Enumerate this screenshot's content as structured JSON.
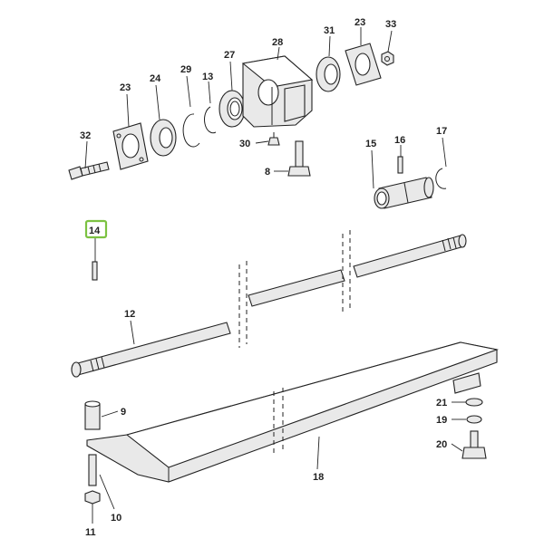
{
  "diagram": {
    "colors": {
      "highlight": "#7cc242",
      "stroke": "#222222",
      "part_fill": "#e9e9e9"
    },
    "highlighted_callout": "14",
    "callouts": {
      "c23a": "23",
      "c24": "24",
      "c29": "29",
      "c13": "13",
      "c27": "27",
      "c28": "28",
      "c31": "31",
      "c23b": "23",
      "c33": "33",
      "c32": "32",
      "c30": "30",
      "c8": "8",
      "c15": "15",
      "c16": "16",
      "c17": "17",
      "c14": "14",
      "c12": "12",
      "c9": "9",
      "c21": "21",
      "c19": "19",
      "c20": "20",
      "c18": "18",
      "c10": "10",
      "c11": "11"
    }
  }
}
